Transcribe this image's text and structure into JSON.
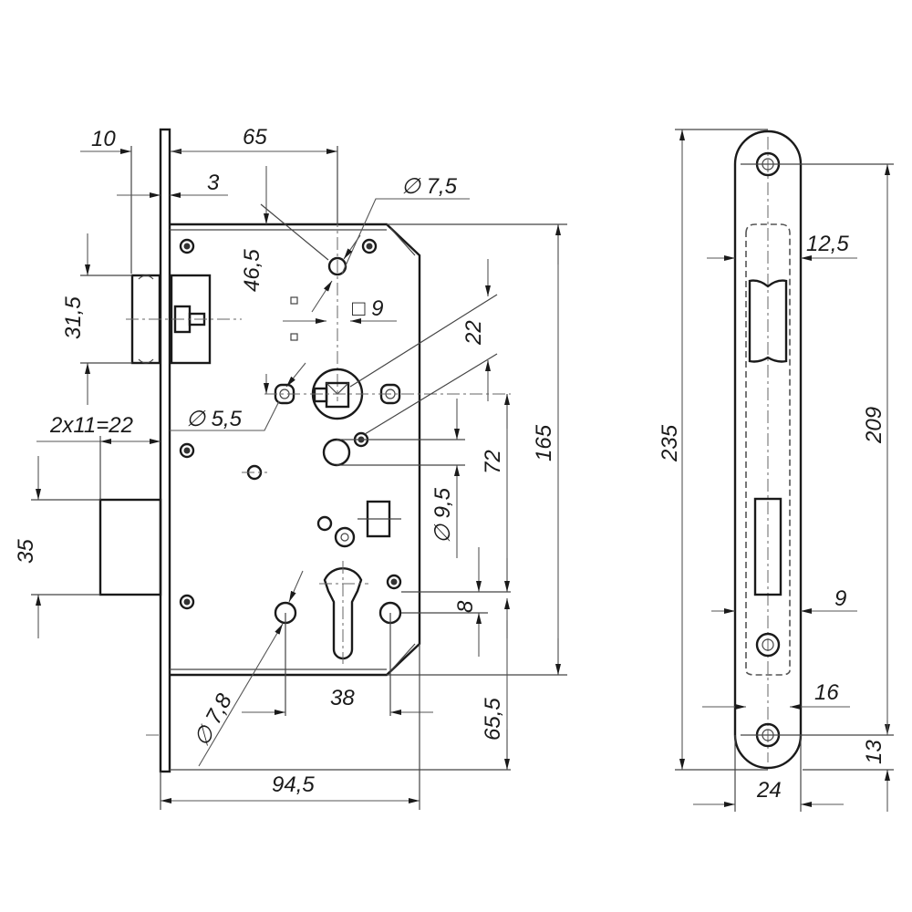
{
  "drawing": {
    "subject": "Mortise lock body with faceplate — dimensional drawing",
    "views": [
      {
        "name": "side-view",
        "label": "Lock body (side view)"
      },
      {
        "name": "front-view",
        "label": "Faceplate (front view)"
      }
    ]
  },
  "side_view": {
    "dimensions": {
      "faceplate_offset": "10",
      "backset": "65",
      "faceplate_thickness": "3",
      "hole_diameter_top": "∅ 7,5",
      "top_to_spindle": "46,5",
      "spindle_square": "□ 9",
      "latch_height": "31,5",
      "spindle_to_aux": "22",
      "screw_hole_diameter": "∅ 5,5",
      "latch_projection": "2x11=22",
      "body_height": "165",
      "spindle_to_cylinder": "72",
      "aux_hole_diameter": "∅ 9,5",
      "bolt_height": "35",
      "cylinder_offset": "8",
      "cylinder_hole_diameter": "∅ 7,8",
      "screw_spacing": "38",
      "cylinder_to_bottom": "65,5",
      "body_depth": "94,5"
    }
  },
  "front_view": {
    "dimensions": {
      "latch_window_width": "12,5",
      "total_height": "235",
      "screw_spacing": "209",
      "bolt_window_width": "9",
      "body_width": "16",
      "screw_edge_offset": "13",
      "faceplate_width": "24"
    }
  },
  "colors": {
    "line": "#1a1a1a",
    "background": "#ffffff"
  }
}
